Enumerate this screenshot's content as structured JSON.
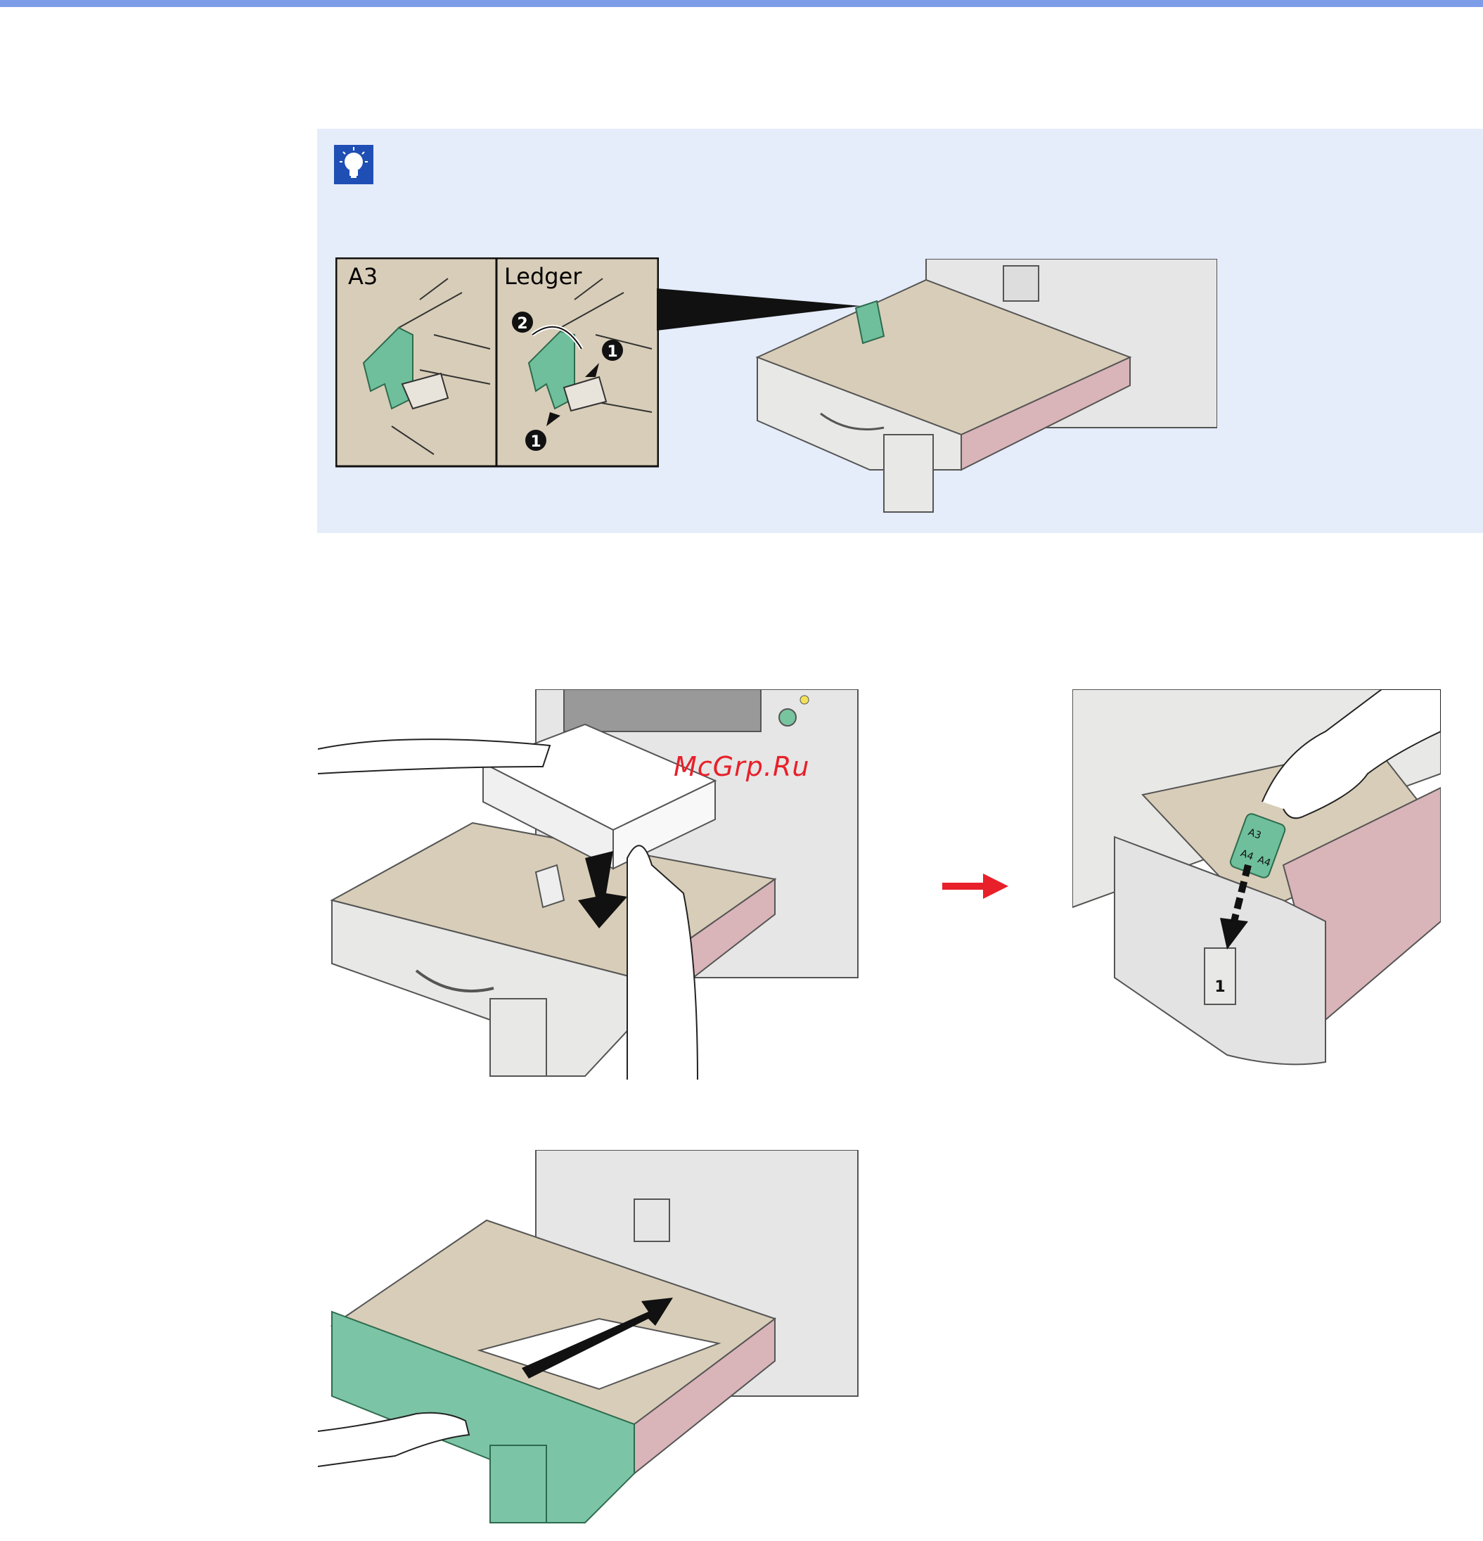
{
  "note": {
    "icon": "lightbulb-note-icon"
  },
  "callouts": {
    "panel_a3_label": "A3",
    "panel_ledger_label": "Ledger",
    "step_1": "1",
    "step_2": "2"
  },
  "cassette_label_numbers": {
    "cassette_number": "1"
  },
  "size_card": {
    "text_a3": "A3",
    "text_a4_landscape": "A4",
    "text_a4_portrait": "A4"
  },
  "watermark": "McGrp.Ru",
  "colors": {
    "accent_bar": "#7d9ce8",
    "note_bg": "#e5ecfa",
    "guide_green": "#6fbf9c",
    "arrow_red": "#e8202a",
    "tray_beige": "#d8cdb8",
    "tray_pink": "#d9b4b8"
  }
}
